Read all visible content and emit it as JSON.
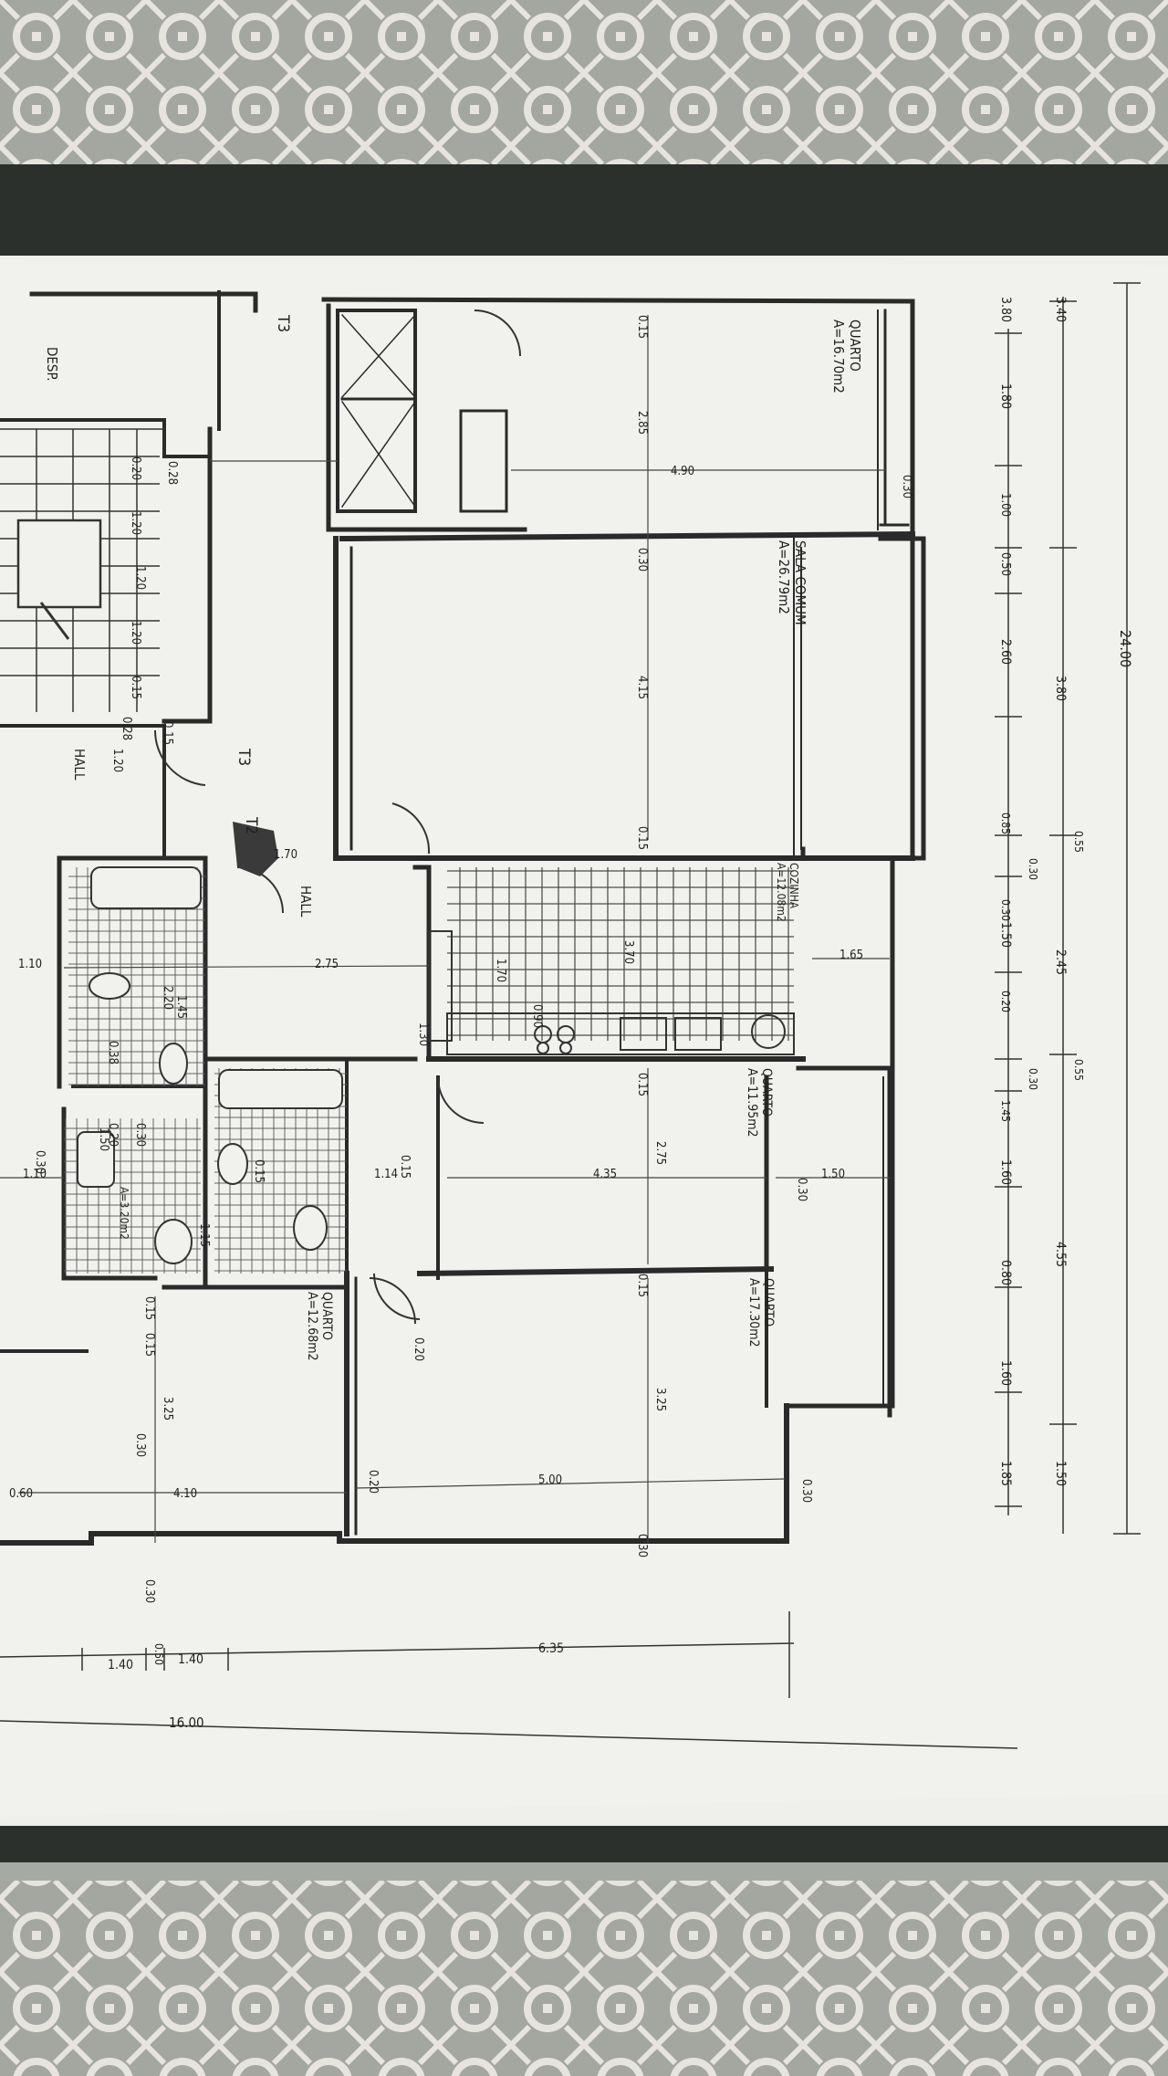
{
  "rooms": [
    {
      "id": "quarto_top",
      "name": "QUARTO",
      "area": "A=16.70m2"
    },
    {
      "id": "sala",
      "name": "SALA COMUM",
      "area": "A=26.79m2"
    },
    {
      "id": "cozinha",
      "name": "COZINHA",
      "area": "A=12.08m2"
    },
    {
      "id": "quarto_mid",
      "name": "QUARTO",
      "area": "A=11.95m2"
    },
    {
      "id": "quarto_low",
      "name": "QUARTO",
      "area": "A=17.30m2"
    },
    {
      "id": "quarto_left",
      "name": "QUARTO",
      "area": "A=12.68m2"
    },
    {
      "id": "wc2",
      "name": "",
      "area": "A=3.20m2"
    },
    {
      "id": "hall_top",
      "name": "HALL",
      "area": ""
    },
    {
      "id": "hall_mid",
      "name": "HALL",
      "area": ""
    },
    {
      "id": "desp",
      "name": "DESP.",
      "area": ""
    }
  ],
  "markers": {
    "t3_top": "T3",
    "t3_mid": "T3",
    "t2": "T2"
  },
  "dims_right": {
    "total": "24.00",
    "outer": [
      "3.40",
      "3.80",
      "2.45",
      "4.55",
      "1.50"
    ],
    "outer_small": [
      "0.55",
      "0.55"
    ],
    "inner": [
      "3.80",
      "1.80",
      "1.00",
      "0.50",
      "2.60",
      "0.85",
      "0.30",
      "1.50",
      "0.20",
      "1.45",
      "1.60",
      "0.80",
      "1.60",
      "1.85"
    ],
    "inner_small": [
      "0.30",
      "0.30"
    ]
  },
  "dims_bottom": {
    "total": "16.00",
    "row": [
      "1.40",
      "0.50",
      "1.40",
      "6.35"
    ]
  },
  "dims_interior": [
    "0.15",
    "2.85",
    "4.90",
    "0.30",
    "0.30",
    "4.15",
    "0.15",
    "3.70",
    "1.65",
    "0.15",
    "2.75",
    "4.35",
    "1.50",
    "0.30",
    "3.25",
    "5.00",
    "0.30",
    "0.30",
    "0.15",
    "1.50",
    "0.20",
    "0.15",
    "2.75",
    "1.14",
    "4.10",
    "3.25",
    "0.15",
    "1.10",
    "1.10",
    "0.30",
    "0.60",
    "0.30",
    "1.70",
    "1.20",
    "1.20",
    "1.20",
    "1.20",
    "0.20",
    "0.28",
    "0.28",
    "0.15",
    "0.15",
    "1.45",
    "2.20",
    "1.70",
    "0.90",
    "0.15",
    "1.15",
    "1.30",
    "0.15",
    "0.20",
    "0.30",
    "0.20",
    "0.30",
    "0.38"
  ]
}
